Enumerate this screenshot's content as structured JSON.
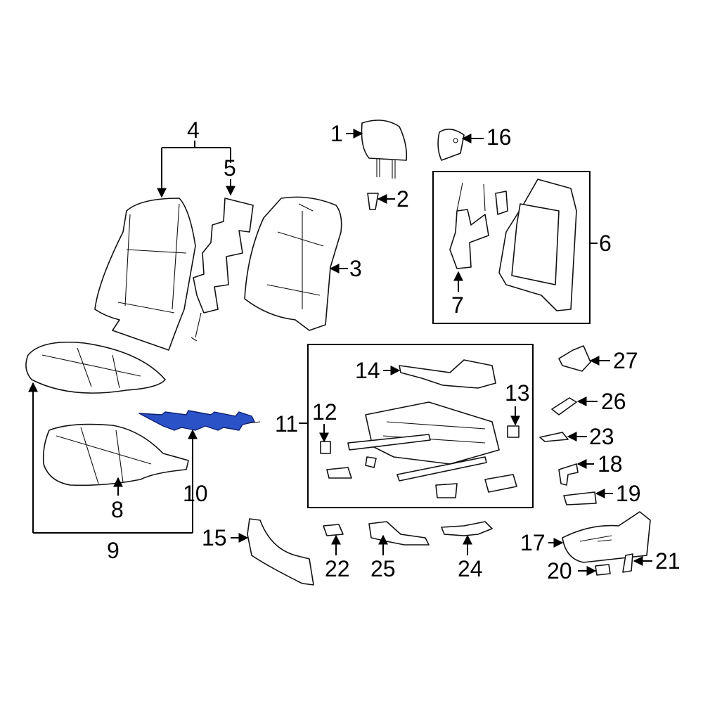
{
  "highlight_color": "#2b52c7",
  "callouts": {
    "c1": "1",
    "c2": "2",
    "c3": "3",
    "c4": "4",
    "c5": "5",
    "c6": "6",
    "c7": "7",
    "c8": "8",
    "c9": "9",
    "c10": "10",
    "c11": "11",
    "c12": "12",
    "c13": "13",
    "c14": "14",
    "c15": "15",
    "c16": "16",
    "c17": "17",
    "c18": "18",
    "c19": "19",
    "c20": "20",
    "c21": "21",
    "c22": "22",
    "c23": "23",
    "c24": "24",
    "c25": "25",
    "c26": "26",
    "c27": "27"
  }
}
